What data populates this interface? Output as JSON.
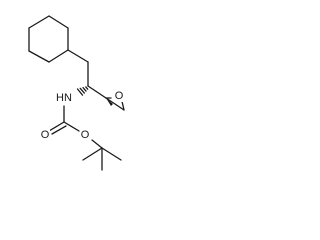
{
  "molecule": {
    "atom_labels": {
      "amine_nitrogen": "HN",
      "epoxide_oxygen": "O",
      "carbonyl_oxygen": "O",
      "ester_oxygen": "O"
    }
  }
}
